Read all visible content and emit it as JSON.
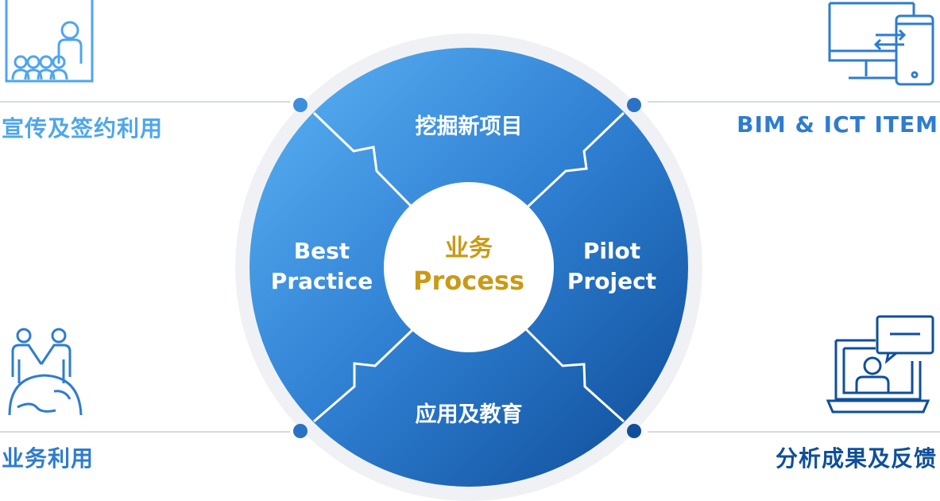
{
  "colors": {
    "light_blue": "#4ea6ec",
    "mid_blue": "#2e7ccf",
    "dark_blue": "#0f4f9a",
    "gold": "#c99a16",
    "ring_gray": "#f0f1f4",
    "line_gray": "#c6cdd8"
  },
  "corners": {
    "top_left": {
      "label": "宣传及签约利用",
      "icon": "presentation-audience-icon"
    },
    "top_right": {
      "label": "BIM & ICT ITEM",
      "icon": "monitor-phone-sync-icon"
    },
    "bottom_left": {
      "label": "业务利用",
      "icon": "handshake-globe-icon"
    },
    "bottom_right": {
      "label": "分析成果及反馈",
      "icon": "laptop-video-chat-icon"
    }
  },
  "center": {
    "line1": "业务",
    "line2": "Process"
  },
  "quadrants": {
    "top": "挖掘新项目",
    "right": {
      "line1": "Pilot",
      "line2": "Project"
    },
    "bottom": "应用及教育",
    "left": {
      "line1": "Best",
      "line2": "Practice"
    }
  }
}
